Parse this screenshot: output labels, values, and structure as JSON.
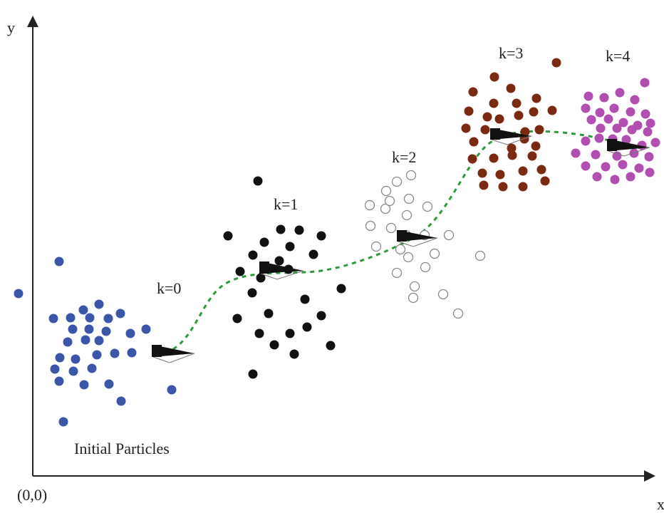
{
  "axes": {
    "y_label": "y",
    "x_label": "x",
    "origin_label": "(0,0)"
  },
  "caption": "Initial Particles",
  "colors": {
    "axis": "#222222",
    "trajectory": "#2e9a3c",
    "vehicle": "#111111"
  },
  "groups": [
    {
      "id": "initial",
      "label": "",
      "color": "#3b55a8",
      "fill": "solid",
      "particles": [
        [
          83,
          367
        ],
        [
          26,
          412
        ],
        [
          117,
          435
        ],
        [
          139,
          427
        ],
        [
          75,
          447
        ],
        [
          99,
          446
        ],
        [
          126,
          446
        ],
        [
          152,
          447
        ],
        [
          169,
          440
        ],
        [
          102,
          462
        ],
        [
          125,
          462
        ],
        [
          149,
          465
        ],
        [
          183,
          468
        ],
        [
          205,
          462
        ],
        [
          95,
          480
        ],
        [
          120,
          477
        ],
        [
          139,
          478
        ],
        [
          84,
          502
        ],
        [
          106,
          504
        ],
        [
          136,
          498
        ],
        [
          161,
          496
        ],
        [
          185,
          495
        ],
        [
          77,
          518
        ],
        [
          103,
          521
        ],
        [
          129,
          517
        ],
        [
          83,
          535
        ],
        [
          118,
          540
        ],
        [
          153,
          539
        ],
        [
          170,
          563
        ],
        [
          241,
          547
        ],
        [
          89,
          592
        ]
      ]
    },
    {
      "id": "k0",
      "label": "k=0",
      "color": "#000000",
      "fill": "none",
      "particles": []
    },
    {
      "id": "k1",
      "label": "k=1",
      "color": "#111111",
      "fill": "solid",
      "particles": [
        [
          362,
          254
        ],
        [
          320,
          331
        ],
        [
          394,
          322
        ],
        [
          420,
          323
        ],
        [
          451,
          331
        ],
        [
          371,
          340
        ],
        [
          407,
          346
        ],
        [
          355,
          358
        ],
        [
          440,
          357
        ],
        [
          392,
          366
        ],
        [
          337,
          381
        ],
        [
          366,
          390
        ],
        [
          405,
          378
        ],
        [
          479,
          405
        ],
        [
          354,
          411
        ],
        [
          428,
          420
        ],
        [
          333,
          447
        ],
        [
          377,
          440
        ],
        [
          451,
          443
        ],
        [
          364,
          468
        ],
        [
          407,
          468
        ],
        [
          431,
          459
        ],
        [
          385,
          484
        ],
        [
          464,
          485
        ],
        [
          413,
          497
        ],
        [
          355,
          525
        ]
      ]
    },
    {
      "id": "k2",
      "label": "k=2",
      "color": "#888888",
      "fill": "hollow",
      "particles": [
        [
          577,
          246
        ],
        [
          557,
          255
        ],
        [
          542,
          268
        ],
        [
          574,
          279
        ],
        [
          600,
          290
        ],
        [
          519,
          288
        ],
        [
          541,
          293
        ],
        [
          547,
          282
        ],
        [
          571,
          302
        ],
        [
          520,
          317
        ],
        [
          549,
          320
        ],
        [
          570,
          330
        ],
        [
          596,
          330
        ],
        [
          630,
          330
        ],
        [
          528,
          346
        ],
        [
          562,
          350
        ],
        [
          610,
          356
        ],
        [
          573,
          361
        ],
        [
          597,
          375
        ],
        [
          557,
          383
        ],
        [
          582,
          402
        ],
        [
          622,
          413
        ],
        [
          580,
          418
        ],
        [
          643,
          440
        ],
        [
          674,
          359
        ]
      ]
    },
    {
      "id": "k3",
      "label": "k=3",
      "color": "#7a2a12",
      "fill": "solid",
      "particles": [
        [
          781,
          88
        ],
        [
          694,
          108
        ],
        [
          717,
          124
        ],
        [
          664,
          129
        ],
        [
          693,
          145
        ],
        [
          725,
          145
        ],
        [
          753,
          138
        ],
        [
          658,
          156
        ],
        [
          684,
          164
        ],
        [
          701,
          167
        ],
        [
          728,
          162
        ],
        [
          749,
          157
        ],
        [
          775,
          155
        ],
        [
          654,
          180
        ],
        [
          681,
          182
        ],
        [
          737,
          185
        ],
        [
          757,
          182
        ],
        [
          665,
          199
        ],
        [
          718,
          208
        ],
        [
          736,
          195
        ],
        [
          752,
          205
        ],
        [
          663,
          223
        ],
        [
          693,
          222
        ],
        [
          719,
          218
        ],
        [
          747,
          219
        ],
        [
          677,
          243
        ],
        [
          702,
          245
        ],
        [
          734,
          240
        ],
        [
          760,
          238
        ],
        [
          679,
          260
        ],
        [
          706,
          262
        ],
        [
          734,
          262
        ],
        [
          765,
          254
        ]
      ]
    },
    {
      "id": "k4",
      "label": "k=4",
      "color": "#b04fb0",
      "fill": "solid",
      "particles": [
        [
          905,
          116
        ],
        [
          826,
          135
        ],
        [
          848,
          137
        ],
        [
          870,
          130
        ],
        [
          891,
          140
        ],
        [
          822,
          152
        ],
        [
          842,
          158
        ],
        [
          862,
          152
        ],
        [
          885,
          157
        ],
        [
          906,
          160
        ],
        [
          830,
          168
        ],
        [
          854,
          167
        ],
        [
          875,
          172
        ],
        [
          895,
          176
        ],
        [
          913,
          173
        ],
        [
          843,
          180
        ],
        [
          866,
          180
        ],
        [
          887,
          182
        ],
        [
          909,
          185
        ],
        [
          822,
          198
        ],
        [
          841,
          194
        ],
        [
          860,
          195
        ],
        [
          879,
          196
        ],
        [
          901,
          204
        ],
        [
          920,
          200
        ],
        [
          808,
          215
        ],
        [
          836,
          217
        ],
        [
          866,
          219
        ],
        [
          890,
          215
        ],
        [
          911,
          220
        ],
        [
          822,
          233
        ],
        [
          850,
          234
        ],
        [
          874,
          231
        ],
        [
          897,
          236
        ],
        [
          912,
          242
        ],
        [
          838,
          248
        ],
        [
          863,
          252
        ],
        [
          885,
          248
        ]
      ]
    }
  ]
}
